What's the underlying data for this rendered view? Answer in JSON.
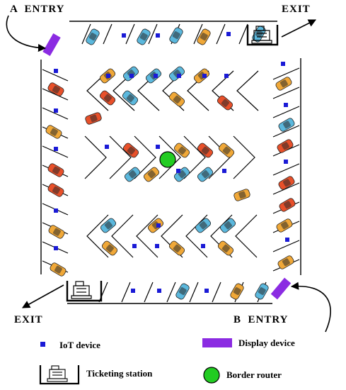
{
  "labels": {
    "entry_a": "A  ENTRY",
    "exit_top": "EXIT",
    "exit_bottom": "EXIT",
    "entry_b": "B  ENTRY"
  },
  "legend": {
    "iot": "IoT device",
    "display": "Display device",
    "ticket": "Ticketing station",
    "router": "Border router"
  },
  "colors": {
    "iot": "#1a1ad6",
    "display": "#8b2be2",
    "router": "#22cc22",
    "car_blue": "#5bb8dd",
    "car_red": "#e8502a",
    "car_orange": "#f0a838"
  },
  "icons": {
    "ticketing_station": "cash-register-icon",
    "iot_device": "square-marker-icon",
    "display_device": "purple-bar-icon",
    "border_router": "green-circle-icon"
  }
}
